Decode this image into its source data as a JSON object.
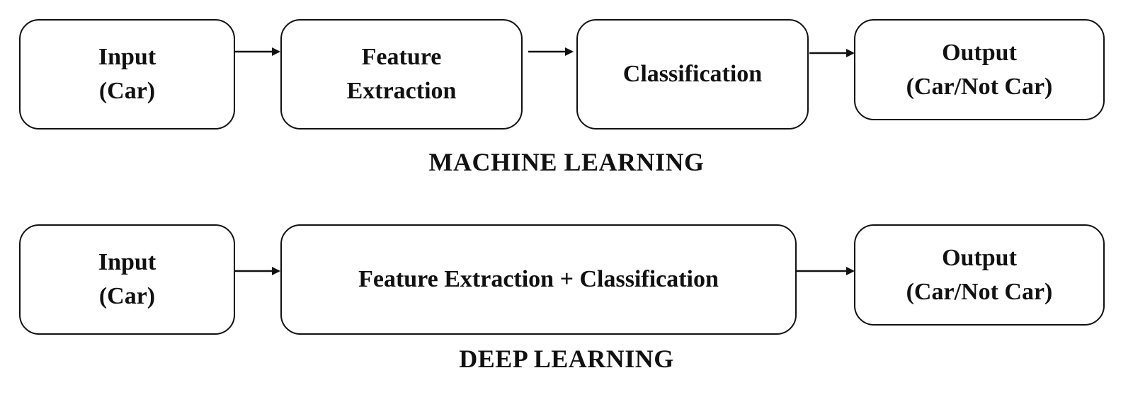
{
  "machine_learning": {
    "caption": "MACHINE LEARNING",
    "nodes": [
      {
        "id": "ml-input",
        "lines": [
          "Input",
          "(Car)"
        ]
      },
      {
        "id": "ml-feature-extraction",
        "lines": [
          "Feature",
          "Extraction"
        ]
      },
      {
        "id": "ml-classification",
        "lines": [
          "Classification"
        ]
      },
      {
        "id": "ml-output",
        "lines": [
          "Output",
          "(Car/Not Car)"
        ]
      }
    ],
    "edges": [
      {
        "from": "ml-input",
        "to": "ml-feature-extraction"
      },
      {
        "from": "ml-feature-extraction",
        "to": "ml-classification"
      },
      {
        "from": "ml-classification",
        "to": "ml-output"
      }
    ]
  },
  "deep_learning": {
    "caption": "DEEP LEARNING",
    "nodes": [
      {
        "id": "dl-input",
        "lines": [
          "Input",
          "(Car)"
        ]
      },
      {
        "id": "dl-feature-extraction-classification",
        "lines": [
          "Feature Extraction + Classification"
        ]
      },
      {
        "id": "dl-output",
        "lines": [
          "Output",
          "(Car/Not Car)"
        ]
      }
    ],
    "edges": [
      {
        "from": "dl-input",
        "to": "dl-feature-extraction-classification"
      },
      {
        "from": "dl-feature-extraction-classification",
        "to": "dl-output"
      }
    ]
  }
}
